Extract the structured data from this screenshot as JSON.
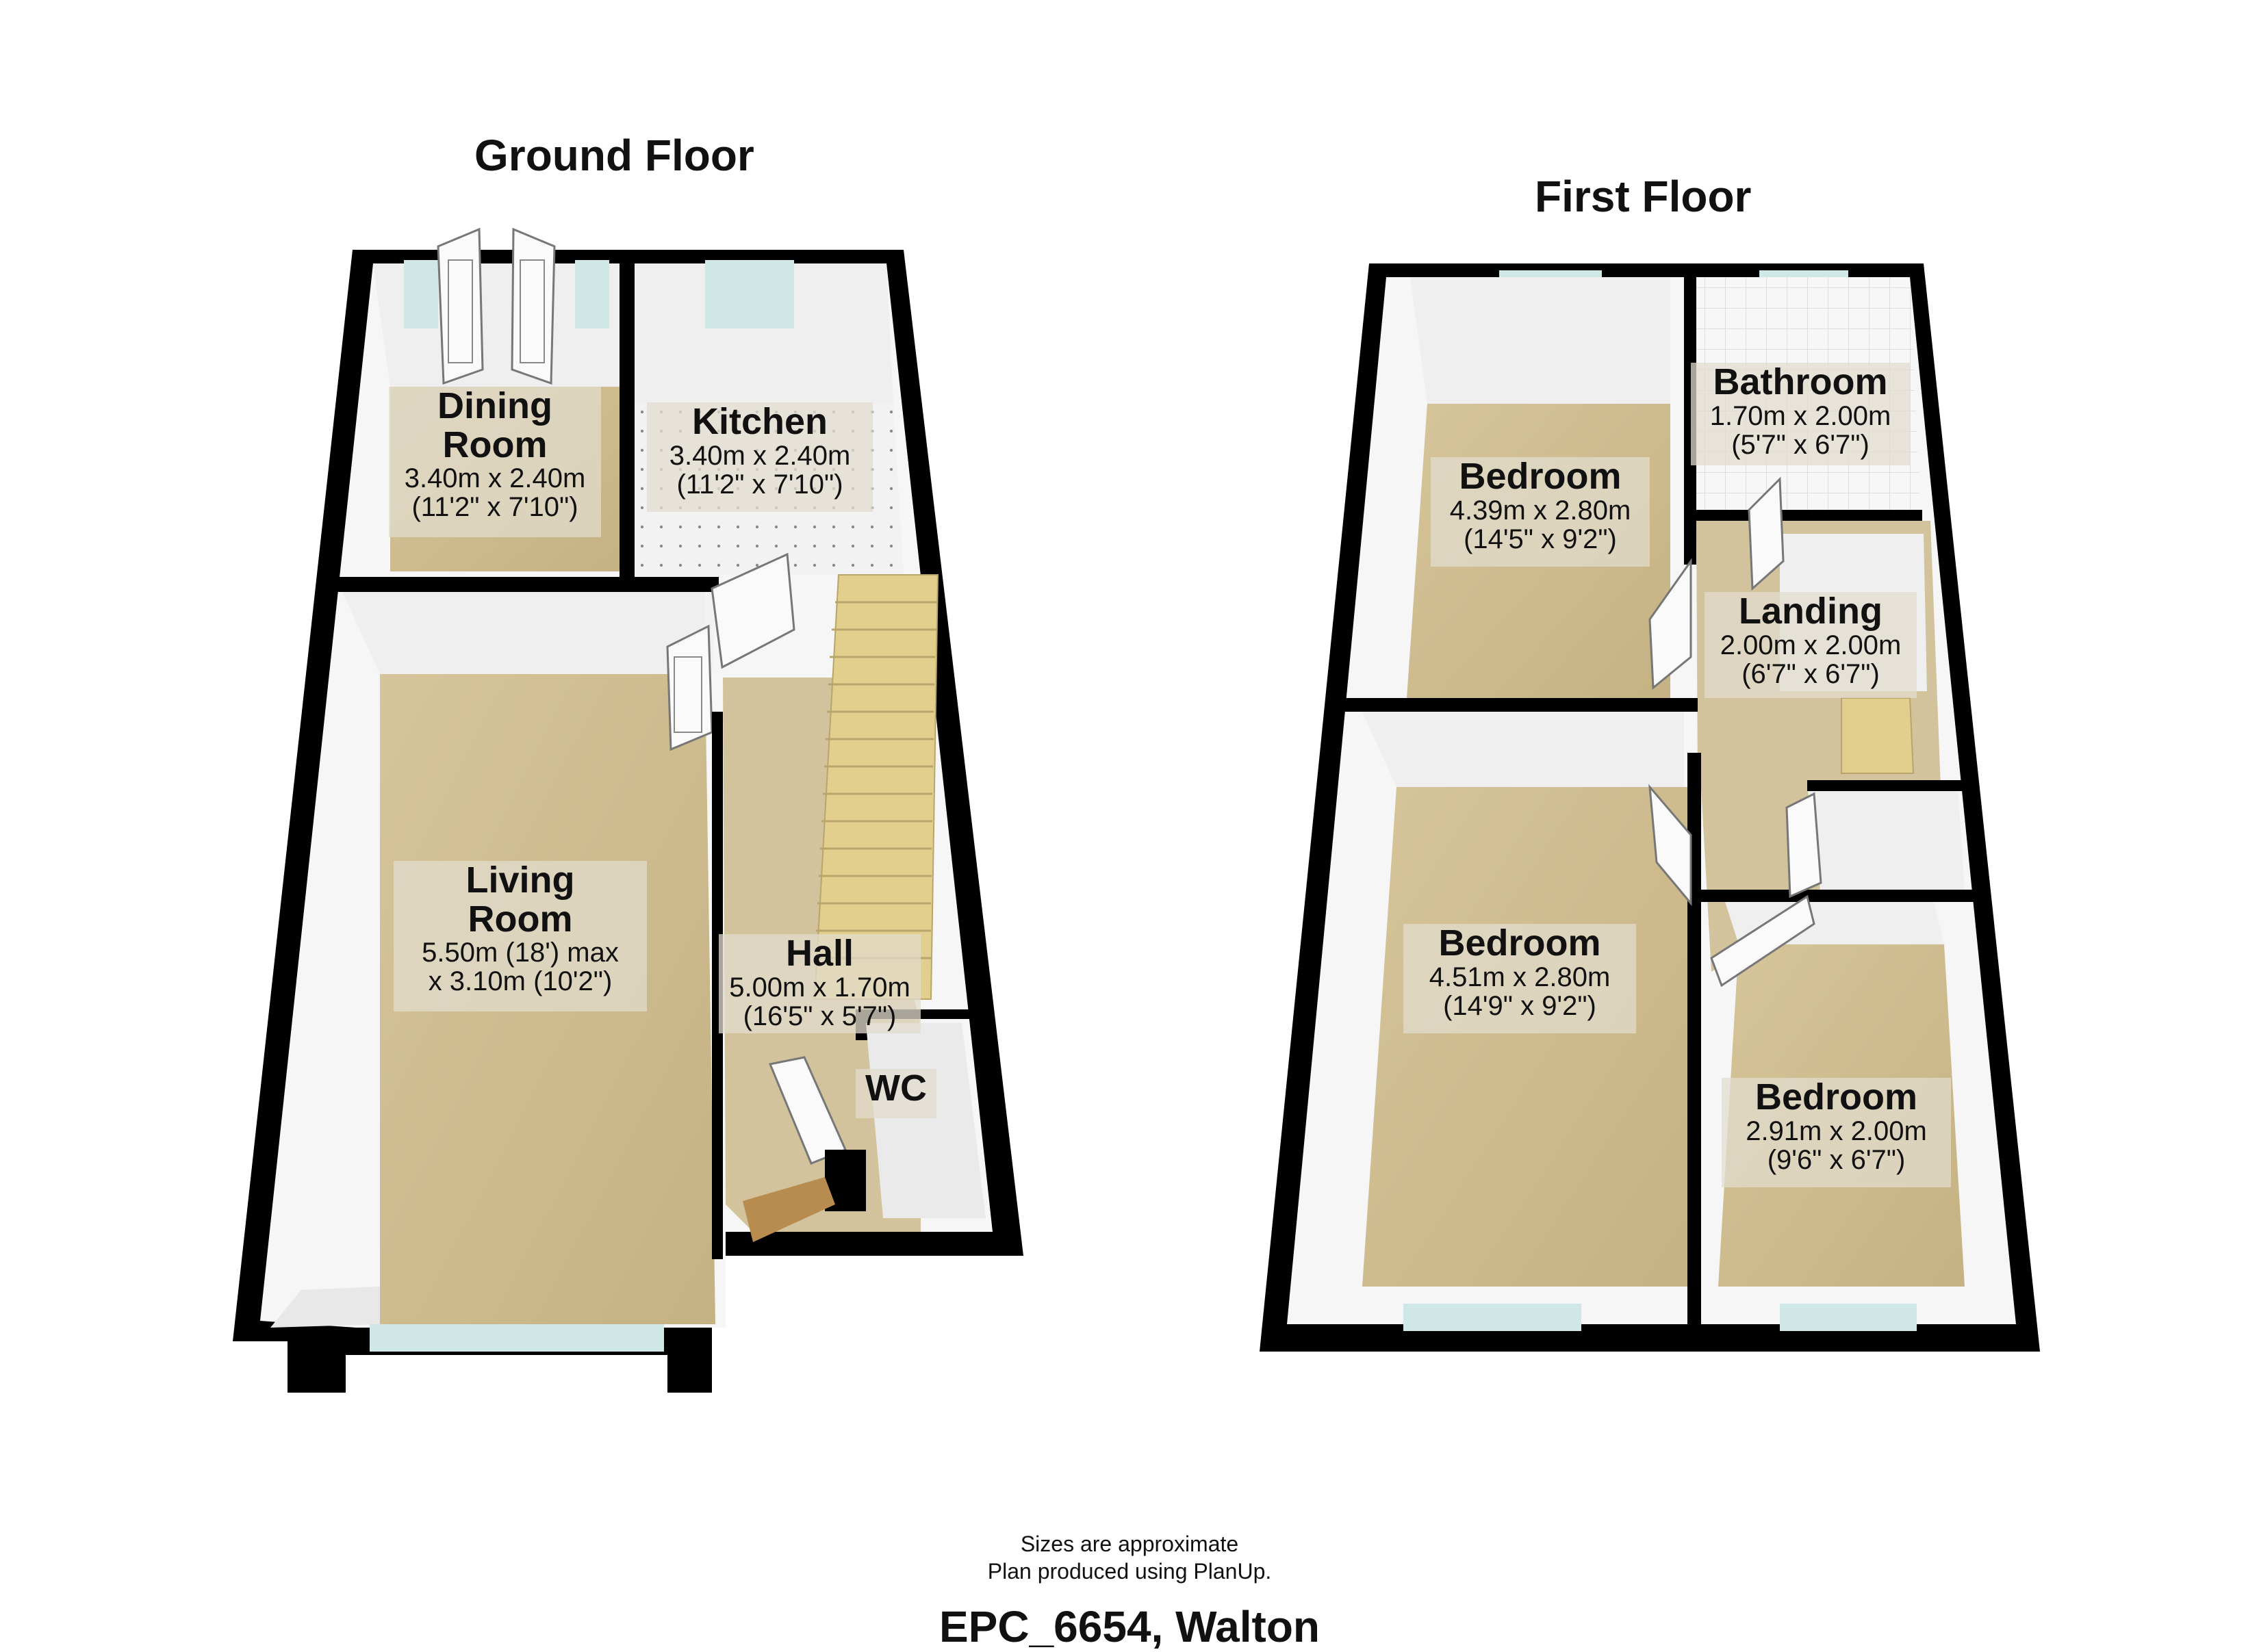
{
  "ground_floor": {
    "title": "Ground Floor",
    "rooms": {
      "dining": {
        "name_line1": "Dining",
        "name_line2": "Room",
        "dim1": "3.40m x 2.40m",
        "dim2": "(11'2\" x 7'10\")"
      },
      "kitchen": {
        "name": "Kitchen",
        "dim1": "3.40m x 2.40m",
        "dim2": "(11'2\" x 7'10\")"
      },
      "living": {
        "name_line1": "Living",
        "name_line2": "Room",
        "dim1": "5.50m (18') max",
        "dim2": "x 3.10m (10'2\")"
      },
      "hall": {
        "name": "Hall",
        "dim1": "5.00m x 1.70m",
        "dim2": "(16'5\" x 5'7\")"
      },
      "wc": {
        "name": "WC"
      }
    }
  },
  "first_floor": {
    "title": "First Floor",
    "rooms": {
      "bedroom1": {
        "name": "Bedroom",
        "dim1": "4.39m x 2.80m",
        "dim2": "(14'5\" x 9'2\")"
      },
      "bathroom": {
        "name": "Bathroom",
        "dim1": "1.70m x 2.00m",
        "dim2": "(5'7\" x 6'7\")"
      },
      "landing": {
        "name": "Landing",
        "dim1": "2.00m x 2.00m",
        "dim2": "(6'7\" x 6'7\")"
      },
      "bedroom2": {
        "name": "Bedroom",
        "dim1": "4.51m x 2.80m",
        "dim2": "(14'9\" x 9'2\")"
      },
      "bedroom3": {
        "name": "Bedroom",
        "dim1": "2.91m x 2.00m",
        "dim2": "(9'6\" x 6'7\")"
      }
    }
  },
  "footer": {
    "note1": "Sizes are approximate",
    "note2": "Plan produced using PlanUp.",
    "title": "EPC_6654, Walton"
  },
  "colors": {
    "wall": "#000000",
    "floor_carpet": "#cdbb8e",
    "kitchen_tile": "#f1f1f1",
    "inner_wall": "#f4f4f4",
    "window": "#cfe7e6",
    "stairs": "#e3cf8d"
  }
}
